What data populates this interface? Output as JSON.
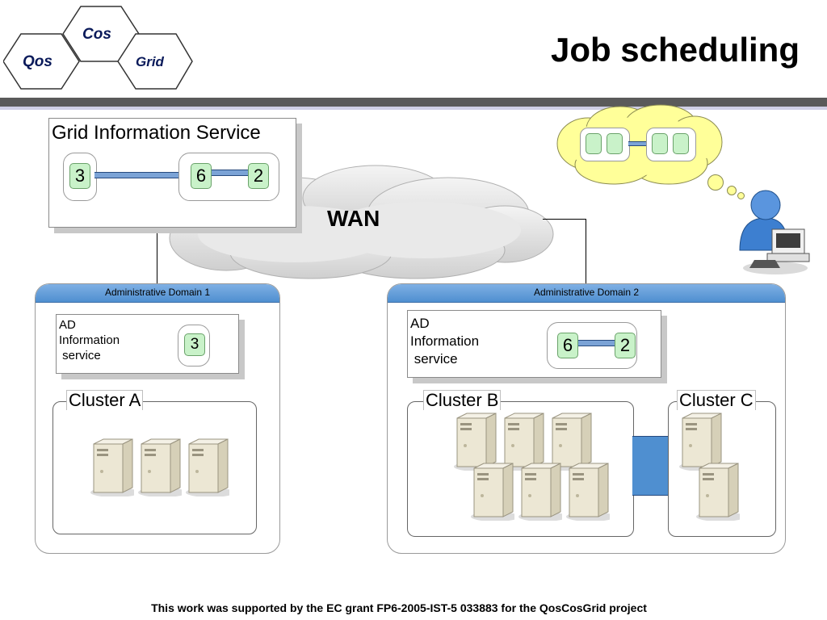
{
  "slide": {
    "title": "Job scheduling",
    "footer": "This work was supported by the EC grant FP6-2005-IST-5 033883 for the QosCosGrid project"
  },
  "logo": {
    "cells": [
      "Cos",
      "Qos",
      "Grid"
    ]
  },
  "gis": {
    "title": "Grid Information Service",
    "nodes": [
      "3",
      "6",
      "2"
    ]
  },
  "wan": {
    "label": "WAN"
  },
  "domains": [
    {
      "name": "Administrative Domain 1",
      "ad_info": [
        "AD",
        "Information",
        " service"
      ],
      "nodes": [
        "3"
      ],
      "clusters": [
        {
          "label": "Cluster A"
        }
      ]
    },
    {
      "name": "Administrative Domain 2",
      "ad_info": [
        "AD",
        "Information",
        " service"
      ],
      "nodes": [
        "6",
        "2"
      ],
      "clusters": [
        {
          "label": "Cluster B"
        },
        {
          "label": "Cluster C"
        }
      ]
    }
  ],
  "colors": {
    "node_fill": "#c9f2c9",
    "link": "#7ba3d6",
    "domain_header": "#5f9bd8",
    "thought_cloud": "#ffff99",
    "user": "#3d7fd0"
  }
}
